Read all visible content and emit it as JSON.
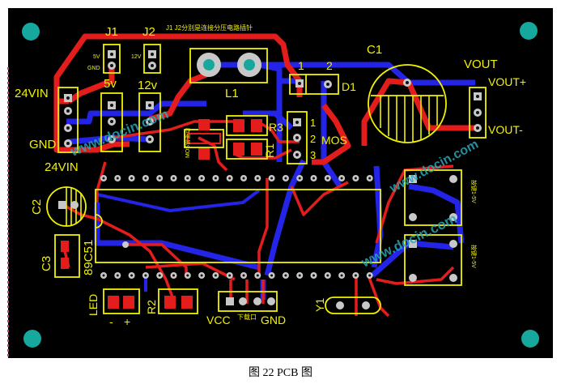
{
  "caption": "图 22 PCB 图",
  "colors": {
    "board": "#000000",
    "top": "#e31c1c",
    "bottom": "#2424e6",
    "silk": "#f2f200",
    "pad": "#c8c8c8",
    "hole": "#111111",
    "mount": "#16a89c",
    "watermark": "#2aa8b8"
  },
  "labels": {
    "j1": "J1",
    "j2": "J2",
    "v5": "5v",
    "v12": "12v",
    "note": "J1 J2分别是连接分压电路插针",
    "l1": "L1",
    "c1": "C1",
    "vout": "VOUT",
    "voutp": "VOUT+",
    "voutm": "VOUT-",
    "in24": "24VIN",
    "gnd": "GND",
    "in24b": "24VIN",
    "c2": "C2",
    "c3": "C3",
    "chip": "89C51",
    "r3": "R3",
    "r1": "R1",
    "mos": "MOS",
    "mosside": "MOS管驱动",
    "d1": "D1",
    "p1": "1",
    "p2": "2",
    "m1": "1",
    "m2": "2",
    "m3": "3",
    "led": "LED",
    "minus": "-",
    "plus": "+",
    "r2": "R2",
    "vcc": "VCC",
    "dl": "下载口",
    "gnd2": "GND",
    "y1": "Y1",
    "j5v": "5V",
    "jgnd": "GND",
    "j12v": "12V",
    "sw1": "按键1-5V",
    "sw2": "按键1-5V",
    "wm1": "www.docin.com",
    "wm2": "www.docin.com",
    "wm3": "www.docin.com"
  }
}
